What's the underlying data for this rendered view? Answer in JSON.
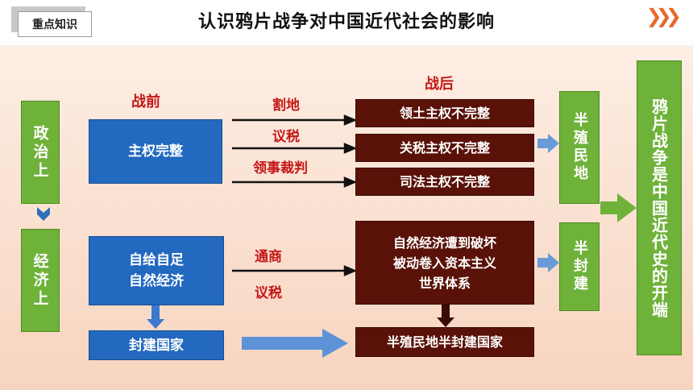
{
  "header": {
    "tag": "重点知识",
    "title": "认识鸦片战争对中国近代社会的影响",
    "chevrons": "❯❯❯"
  },
  "side": {
    "politics": "政治上",
    "economy": "经济上"
  },
  "labels": {
    "before": "战前",
    "after": "战后",
    "cede": "割地",
    "tariff1": "议税",
    "consular": "领事裁判",
    "trade": "通商",
    "tariff2": "议税"
  },
  "blue": {
    "sovereignty": "主权完整",
    "selfsufficient": "自给自足\n自然经济",
    "feudal": "封建国家"
  },
  "dark": {
    "territory": "领土主权不完整",
    "customs": "关税主权不完整",
    "judicial": "司法主权不完整",
    "economy": "自然经济遭到破坏\n被动卷入资本主义\n世界体系",
    "semicolonial": "半殖民地半封建国家"
  },
  "result": {
    "semicolony": "半殖民地",
    "semifeudal": "半封建",
    "conclusion": "鸦片战争是中国近代史的开端"
  },
  "colors": {
    "green": "#6fb23a",
    "blue": "#2369bf",
    "dark": "#5a1208",
    "red": "#c41818",
    "accent": "#e8682a"
  }
}
